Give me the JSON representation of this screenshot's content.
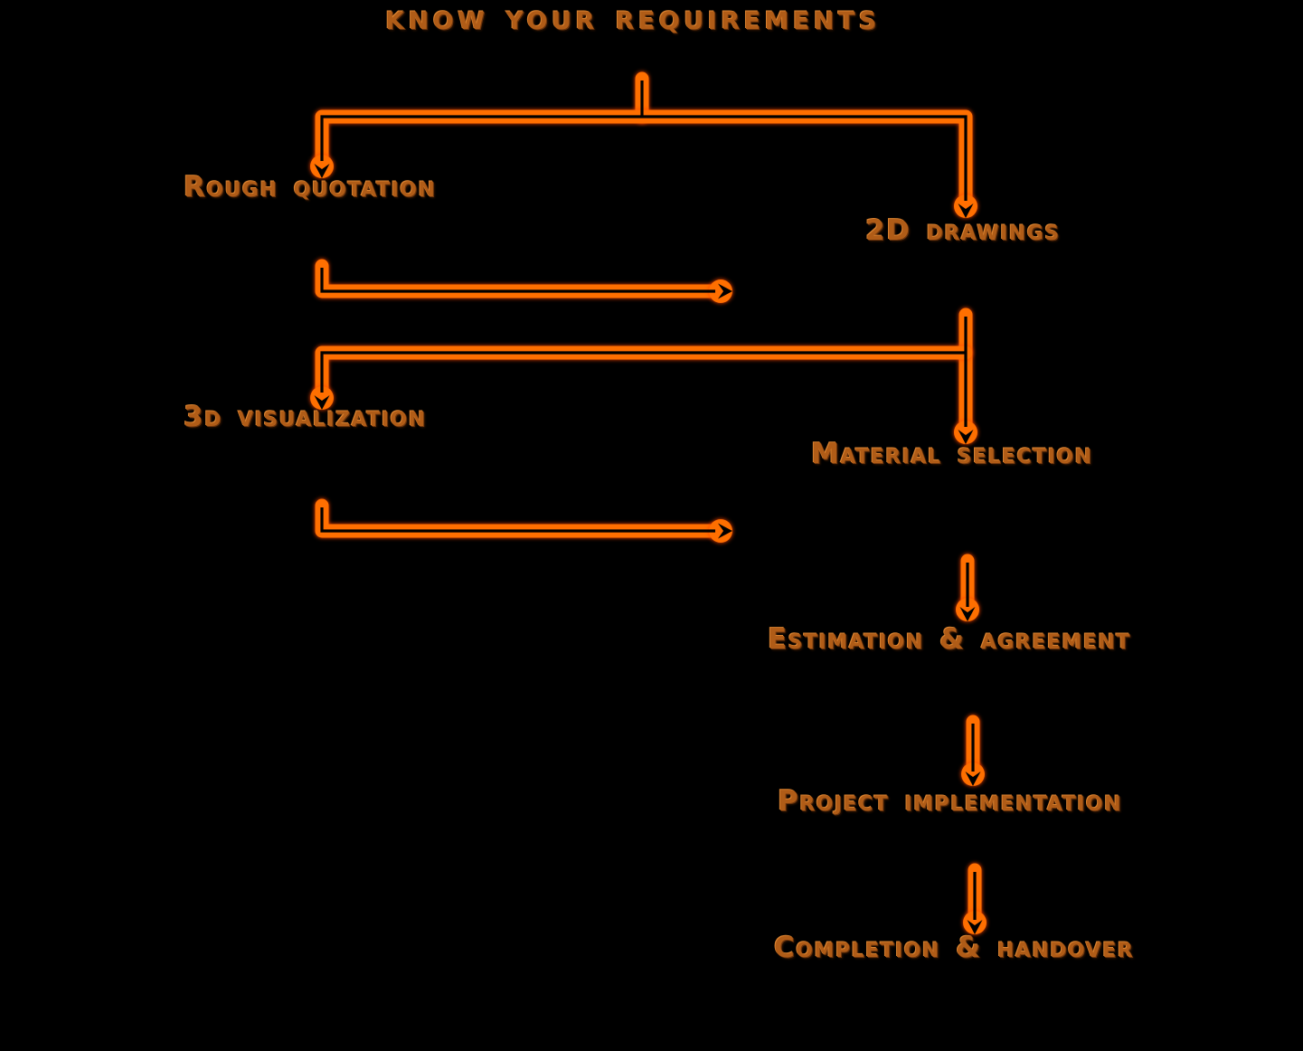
{
  "colors": {
    "background": "#000000",
    "arrow": "#ff6f00",
    "arrow_glow": "#ff4400",
    "ink": "#000000",
    "text": "#b05c17",
    "text_shadow_dark": "#2a1202",
    "text_shadow_mid": "#6b340c",
    "text_highlight": "#d98230"
  },
  "nodes": {
    "title": {
      "label": "KNOW YOUR REQUIREMENTS"
    },
    "rough_quotation": {
      "label": "Rough quotation"
    },
    "drawings_2d": {
      "label": "2D drawings"
    },
    "visualization_3d": {
      "label": "3d visualization"
    },
    "material_selection": {
      "label": "Material selection"
    },
    "estimation_agreement": {
      "label": "Estimation & agreement"
    },
    "project_implementation": {
      "label": "Project implementation"
    },
    "completion_handover": {
      "label": "Completion & handover"
    }
  },
  "flow": [
    {
      "from": "title",
      "to": [
        "rough_quotation",
        "drawings_2d"
      ]
    },
    {
      "from": "rough_quotation",
      "to": [
        "drawings_2d"
      ]
    },
    {
      "from": "drawings_2d",
      "to": [
        "visualization_3d",
        "material_selection"
      ]
    },
    {
      "from": "visualization_3d",
      "to": [
        "material_selection"
      ]
    },
    {
      "from": "material_selection",
      "to": [
        "estimation_agreement"
      ]
    },
    {
      "from": "estimation_agreement",
      "to": [
        "project_implementation"
      ]
    },
    {
      "from": "project_implementation",
      "to": [
        "completion_handover"
      ]
    }
  ]
}
